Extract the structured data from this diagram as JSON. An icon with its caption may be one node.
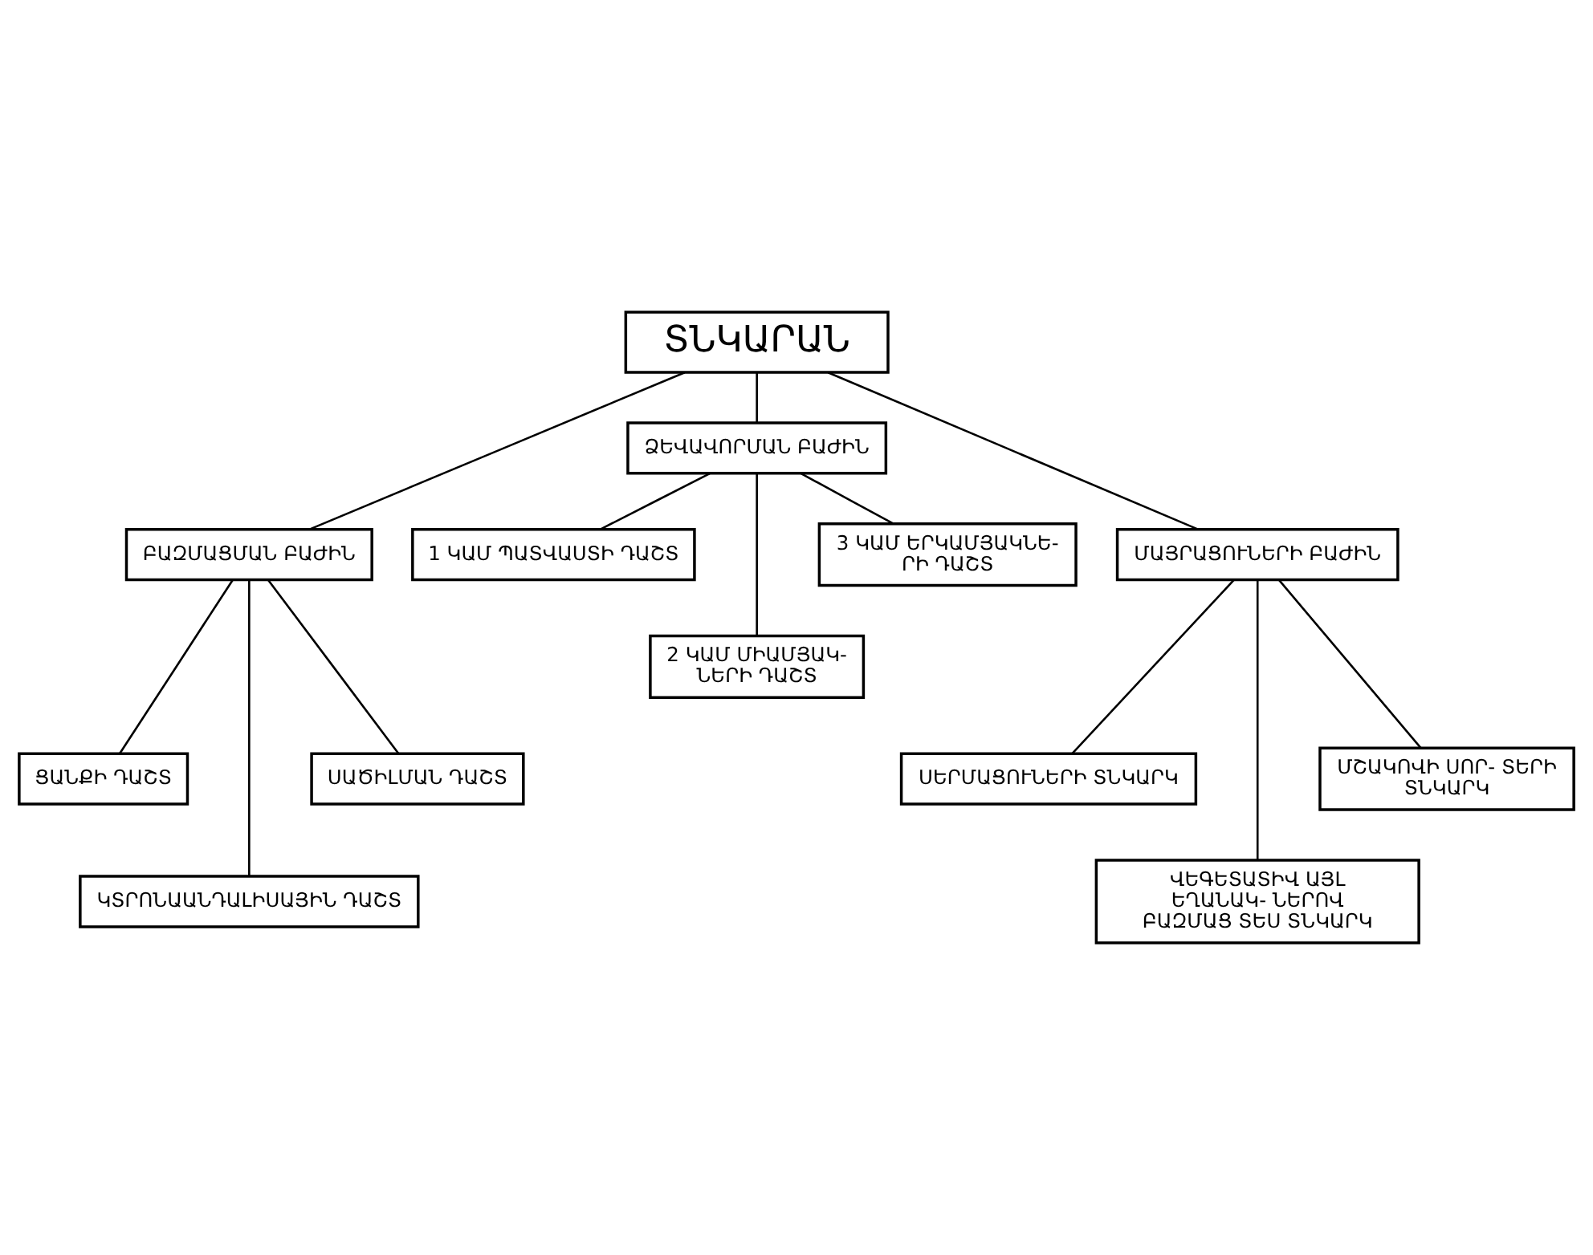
{
  "diagram": {
    "nodes": [
      {
        "text": [
          "ՏՆԿԱՐԱՆ"
        ]
      },
      {
        "text": [
          "ՁԵՎԱՎՈՐՄԱՆ ԲԱԺԻՆ"
        ]
      },
      {
        "text": [
          "ԲԱԶՄԱՑՄԱՆ ԲԱԺԻՆ"
        ]
      },
      {
        "text": [
          "ՄԱՅՐԱՑՈՒՆԵՐԻ ԲԱԺԻՆ"
        ]
      },
      {
        "text": [
          "1 ԿԱՄ ՊԱՏՎԱՍՏԻ ԴԱՇՏ"
        ]
      },
      {
        "text": [
          "3 ԿԱՄ ԵՐԿԱՄՅԱԿՆԵ- ՐԻ ԴԱՇՏ"
        ]
      },
      {
        "text": [
          "2 ԿԱՄ ՄԻԱՄՅԱԿ- ՆԵՐԻ ԴԱՇՏ"
        ]
      },
      {
        "text": [
          "ՑԱՆՔԻ ԴԱՇՏ"
        ]
      },
      {
        "text": [
          "ՍԱԾԻԼՄԱՆ ԴԱՇՏ"
        ]
      },
      {
        "text": [
          "ՍԵՐՄԱՑՈՒՆԵՐԻ ՏՆԿԱՐԿ"
        ]
      },
      {
        "text": [
          "ՄՇԱԿՈՎԻ ՍՈՐ- ՏԵՐԻ ՏՆԿԱՐԿ"
        ]
      },
      {
        "text": [
          "ԿՏՐՈՆԱԱՆԴԱԼԻՍԱՅԻՆ ԴԱՇՏ"
        ]
      },
      {
        "text": [
          "ՎԵԳԵՏԱՏԻՎ ԱՅԼ ԵՂԱՆԱԿ- ՆԵՐՈՎ ԲԱԶՄԱՑ ՏԵՍ ՏՆԿԱՐԿ"
        ]
      }
    ],
    "edges": [
      {
        "from": 0,
        "to": 2,
        "arrow": "none"
      },
      {
        "from": 0,
        "to": 1,
        "arrow": "none"
      },
      {
        "from": 0,
        "to": 3,
        "arrow": "none"
      },
      {
        "from": 1,
        "to": 4,
        "arrow": "none"
      },
      {
        "from": 1,
        "to": 6,
        "arrow": "none"
      },
      {
        "from": 1,
        "to": 5,
        "arrow": "none"
      },
      {
        "from": 2,
        "to": 7,
        "arrow": "none"
      },
      {
        "from": 2,
        "to": 11,
        "arrow": "none"
      },
      {
        "from": 2,
        "to": 8,
        "arrow": "none"
      },
      {
        "from": 3,
        "to": 9,
        "arrow": "none"
      },
      {
        "from": 3,
        "to": 12,
        "arrow": "none"
      },
      {
        "from": 3,
        "to": 10,
        "arrow": "none"
      }
    ]
  }
}
